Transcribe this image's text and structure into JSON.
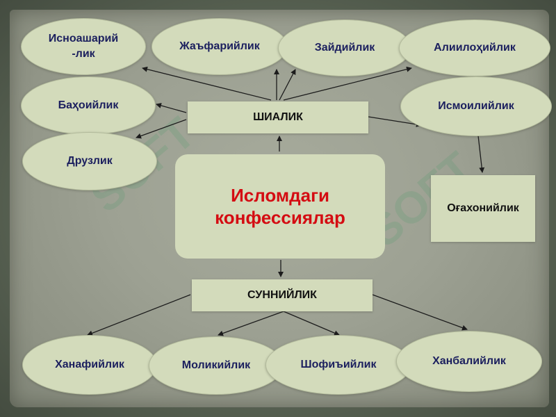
{
  "center": "Исломдаги конфессиялар",
  "shia": {
    "label": "ШИАЛИК",
    "branches": {
      "isnoashariylik": "Исноашарий -лик",
      "jafariylik": "Жаъфарийлик",
      "zaydiylik": "Зайдийлик",
      "aliyloxiylik": "Алиилоҳийлик",
      "bahoiylik": "Баҳоийлик",
      "ismoiliylik": "Исмоилийлик",
      "druzlik": "Друзлик"
    },
    "sub": "Оғахонийлик"
  },
  "sunni": {
    "label": "СУННИЙЛИК",
    "branches": {
      "hanafiylik": "Ханафийлик",
      "molikiylik": "Моликийлик",
      "shofiiylik": "Шофиъийлик",
      "hanbaliylik": "Ханбалийлик"
    }
  },
  "watermark": "SOFT"
}
